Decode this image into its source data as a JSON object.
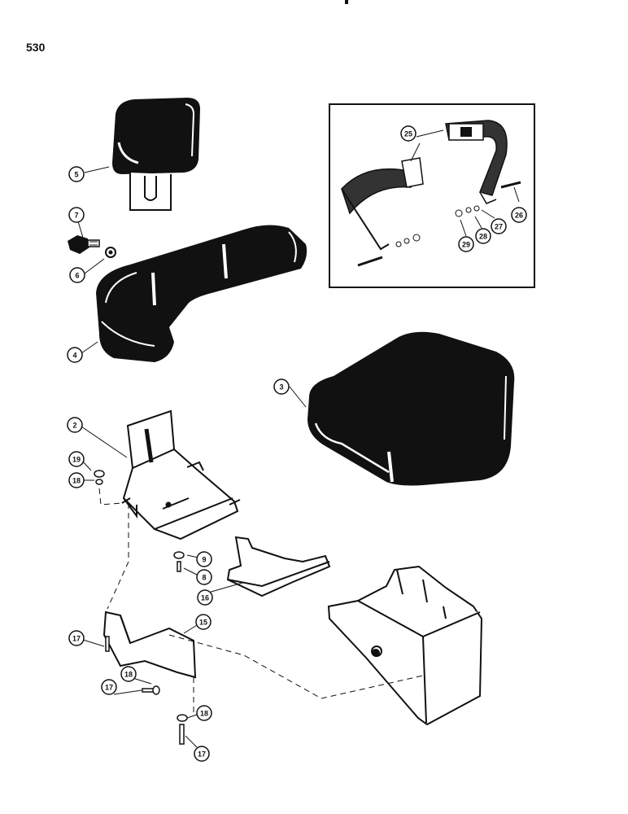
{
  "page_number": "530",
  "callouts": [
    {
      "id": "5",
      "label": "5"
    },
    {
      "id": "7",
      "label": "7"
    },
    {
      "id": "6",
      "label": "6"
    },
    {
      "id": "4",
      "label": "4"
    },
    {
      "id": "3",
      "label": "3"
    },
    {
      "id": "2",
      "label": "2"
    },
    {
      "id": "19",
      "label": "19"
    },
    {
      "id": "18a",
      "label": "18"
    },
    {
      "id": "9",
      "label": "9"
    },
    {
      "id": "8",
      "label": "8"
    },
    {
      "id": "16",
      "label": "16"
    },
    {
      "id": "15",
      "label": "15"
    },
    {
      "id": "17a",
      "label": "17"
    },
    {
      "id": "18b",
      "label": "18"
    },
    {
      "id": "17b",
      "label": "17"
    },
    {
      "id": "18c",
      "label": "18"
    },
    {
      "id": "17c",
      "label": "17"
    },
    {
      "id": "25",
      "label": "25"
    },
    {
      "id": "26",
      "label": "26"
    },
    {
      "id": "27",
      "label": "27"
    },
    {
      "id": "28",
      "label": "28"
    },
    {
      "id": "29",
      "label": "29"
    }
  ]
}
